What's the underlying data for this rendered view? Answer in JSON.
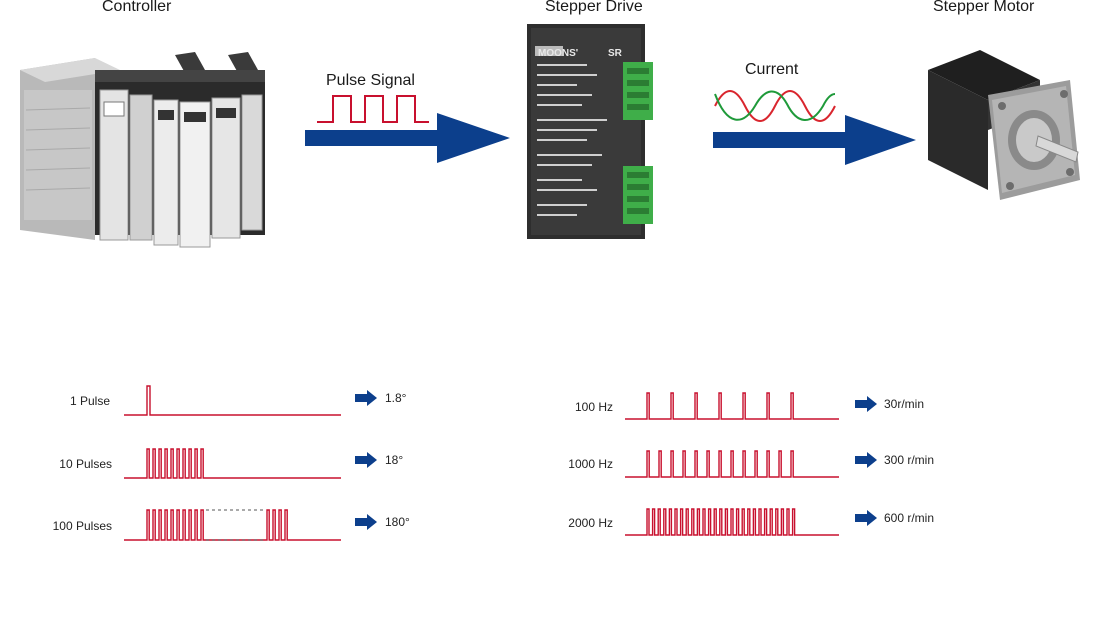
{
  "top": {
    "controller_label": "Controller",
    "drive_label": "Stepper Drive",
    "motor_label": "Stepper Motor",
    "pulse_signal_label": "Pulse Signal",
    "current_label": "Current",
    "drive_brand": "MOONS'",
    "drive_model": "SR"
  },
  "colors": {
    "arrow": "#0c3f8c",
    "pulse": "#c8102e",
    "wave_red": "#d9262e",
    "wave_green": "#1f9a3a",
    "terminal_green": "#3fae49"
  },
  "pulse_count": {
    "rows": [
      {
        "label": "1 Pulse",
        "result": "1.8°",
        "pulses": 1,
        "dashed": false
      },
      {
        "label": "10 Pulses",
        "result": "18°",
        "pulses": 10,
        "dashed": false
      },
      {
        "label": "100 Pulses",
        "result": "180°",
        "pulses": 100,
        "dashed": true
      }
    ]
  },
  "pulse_freq": {
    "rows": [
      {
        "label": "100 Hz",
        "result": "30r/min",
        "hz": 100
      },
      {
        "label": "1000 Hz",
        "result": "300 r/min",
        "hz": 1000
      },
      {
        "label": "2000 Hz",
        "result": "600 r/min",
        "hz": 2000
      }
    ]
  }
}
